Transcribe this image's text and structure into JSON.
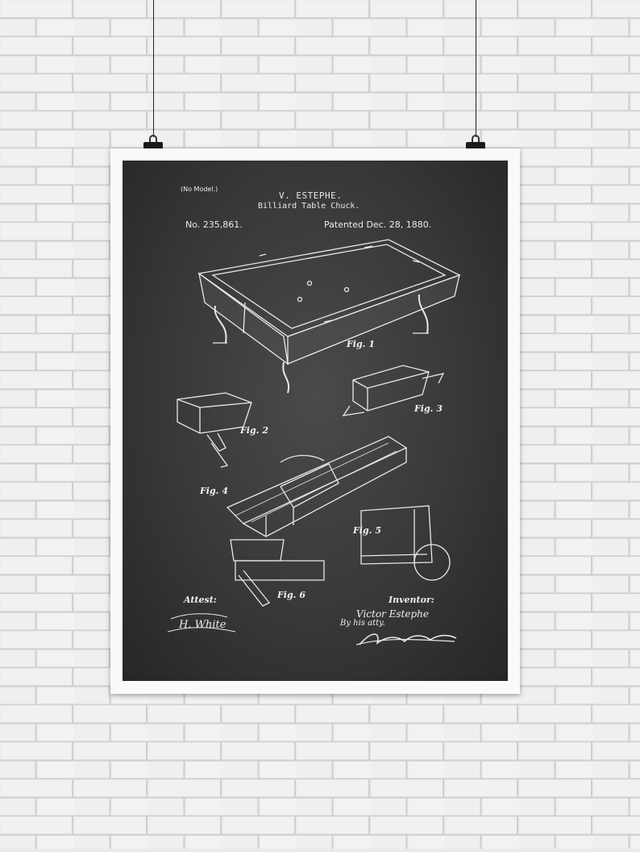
{
  "patent": {
    "no_model": "(No Model.)",
    "inventor_header": "V. ESTEPHE.",
    "title": "Billiard Table Chuck.",
    "number": "No. 235,861.",
    "date": "Patented Dec. 28, 1880."
  },
  "figures": {
    "fig1": "Fig. 1",
    "fig2": "Fig. 2",
    "fig3": "Fig. 3",
    "fig4": "Fig. 4",
    "fig5": "Fig. 5",
    "fig6": "Fig. 6"
  },
  "signatures": {
    "attest_label": "Attest:",
    "witness": "H. White",
    "inventor_label": "Inventor:",
    "inventor_name": "Victor Estephe",
    "by_attorney": "By his atty."
  },
  "colors": {
    "wall": "#e9e9e9",
    "poster_border": "#fafafa",
    "chalkboard": "#383838",
    "ink": "#eaeaea"
  }
}
